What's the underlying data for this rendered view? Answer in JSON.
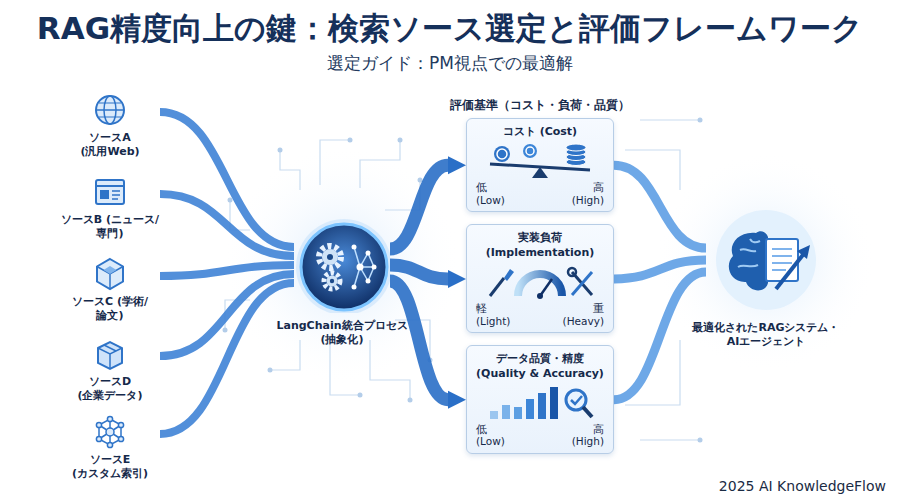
{
  "diagram": {
    "title": "RAG精度向上の鍵：検索ソース選定と評価フレームワーク",
    "nodes": [
      {
        "text": [
          "ソースA (汎用Web)"
        ]
      },
      {
        "text": [
          "ソースB (ニュース/専門)"
        ]
      },
      {
        "text": [
          "ソースC (学術/論文)"
        ]
      },
      {
        "text": [
          "ソースD (企業データ)"
        ]
      },
      {
        "text": [
          "ソースE (カスタム索引)"
        ]
      },
      {
        "text": [
          "LangChain統合プロセス (抽象化)"
        ]
      },
      {
        "text": [
          "コスト (Cost)",
          "低 (Low)",
          "高 (High)"
        ]
      },
      {
        "text": [
          "実装負荷 (Implementation)",
          "軽 (Light)",
          "重 (Heavy)"
        ]
      },
      {
        "text": [
          "データ品質・精度 (Quality & Accuracy)",
          "低 (Low)",
          "高 (High)"
        ]
      },
      {
        "text": [
          "最適化されたRAGシステム・ AIエージェント"
        ]
      }
    ],
    "edges": [
      {
        "from": 0,
        "to": 5,
        "arrow": "none"
      },
      {
        "from": 1,
        "to": 5,
        "arrow": "none"
      },
      {
        "from": 2,
        "to": 5,
        "arrow": "none"
      },
      {
        "from": 3,
        "to": 5,
        "arrow": "none"
      },
      {
        "from": 4,
        "to": 5,
        "arrow": "none"
      },
      {
        "from": 5,
        "to": 6,
        "arrow": "to"
      },
      {
        "from": 5,
        "to": 7,
        "arrow": "to"
      },
      {
        "from": 5,
        "to": 8,
        "arrow": "to"
      },
      {
        "from": 6,
        "to": 9,
        "arrow": "none"
      },
      {
        "from": 7,
        "to": 9,
        "arrow": "none"
      },
      {
        "from": 8,
        "to": 9,
        "arrow": "none"
      }
    ],
    "labels": [
      "選定ガイド：PM視点での最適解",
      "評価基準（コスト・負荷・品質）",
      "2025 AI KnowledgeFlow"
    ]
  }
}
